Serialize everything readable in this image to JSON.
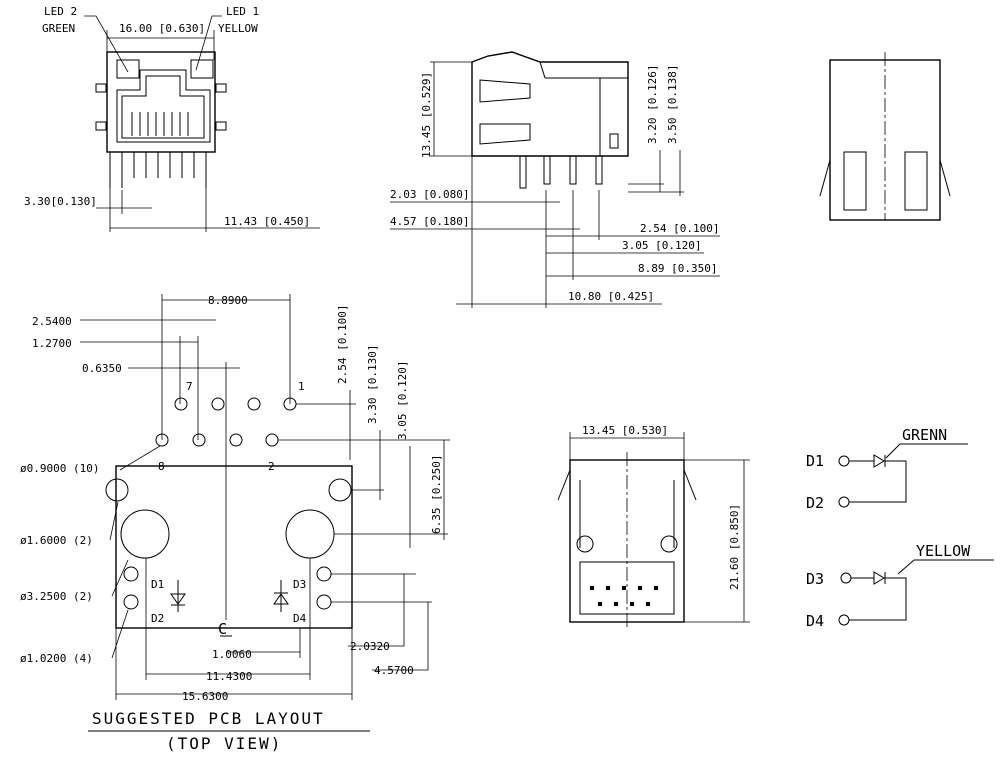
{
  "front_view": {
    "led2_label": "LED 2",
    "led2_color": "GREEN",
    "led1_label": "LED 1",
    "led1_color": "YELLOW",
    "width_dim": "16.00 [0.630]",
    "pin_offset_dim": "3.30[0.130]",
    "pin_span_dim": "11.43 [0.450]"
  },
  "side_view": {
    "height_dim": "13.45 [0.529]",
    "led_h1_dim": "3.20 [0.126]",
    "led_h2_dim": "3.50 [0.138]",
    "d_203": "2.03 [0.080]",
    "d_457": "4.57 [0.180]",
    "d_254": "2.54 [0.100]",
    "d_305": "3.05 [0.120]",
    "d_889": "8.89 [0.350]",
    "d_1080": "10.80 [0.425]"
  },
  "pcb_layout": {
    "d_88900": "8.8900",
    "d_25400": "2.5400",
    "d_12700": "1.2700",
    "d_06350": "0.6350",
    "d_254_v": "2.54 [0.100]",
    "d_330_v": "3.30 [0.130]",
    "d_305_v": "3.05 [0.120]",
    "d_635_v": "6.35 [0.250]",
    "pin_7": "7",
    "pin_1": "1",
    "pin_8": "8",
    "pin_2": "2",
    "hole_09": "ø0.9000 (10)",
    "hole_16": "ø1.6000 (2)",
    "hole_325": "ø3.2500 (2)",
    "hole_102": "ø1.0200 (4)",
    "d1": "D1",
    "d2": "D2",
    "d3": "D3",
    "d4": "D4",
    "centerline": "C",
    "d_10060": "1.0060",
    "d_20320": "2.0320",
    "d_45700": "4.5700",
    "d_114300": "11.4300",
    "d_156300": "15.6300",
    "title": "SUGGESTED PCB LAYOUT",
    "subtitle": "(TOP VIEW)"
  },
  "bottom_view": {
    "width_dim": "13.45 [0.530]",
    "height_dim": "21.60 [0.850]"
  },
  "schematic": {
    "green_label": "GRENN",
    "yellow_label": "YELLOW",
    "d1": "D1",
    "d2": "D2",
    "d3": "D3",
    "d4": "D4"
  }
}
